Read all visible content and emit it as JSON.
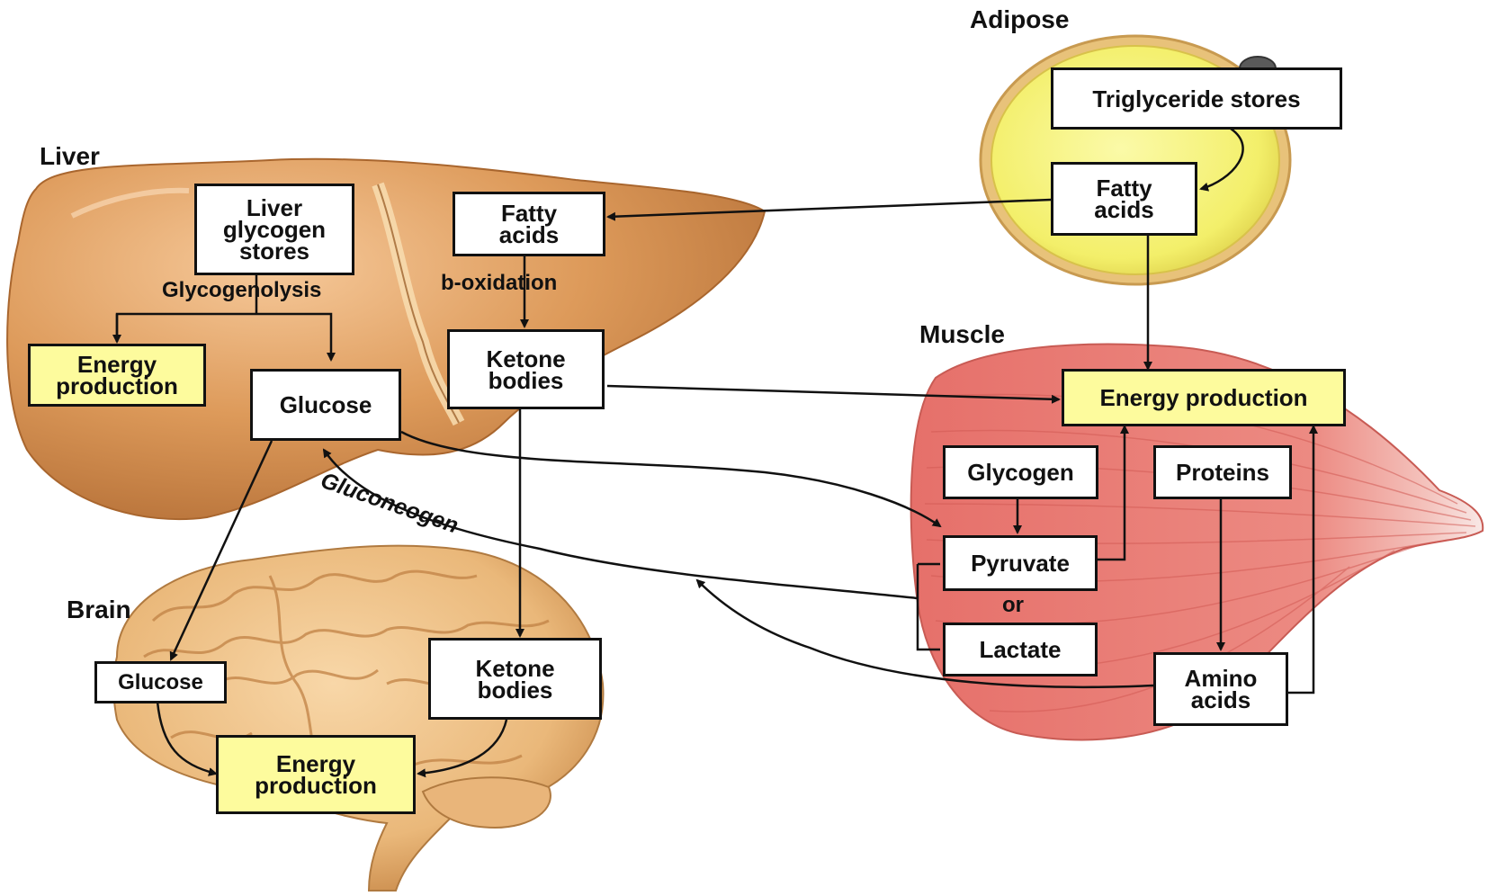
{
  "organs": {
    "liver": "Liver",
    "adipose": "Adipose",
    "muscle": "Muscle",
    "brain": "Brain"
  },
  "liver": {
    "glycogen_stores": "Liver glycogen stores",
    "glycogenolysis": "Glycogenolysis",
    "energy_production": "Energy production",
    "glucose": "Glucose",
    "fatty_acids": "Fatty acids",
    "b_oxidation": "b-oxidation",
    "ketone_bodies": "Ketone bodies"
  },
  "adipose": {
    "triglyceride_stores": "Triglyceride stores",
    "fatty_acids": "Fatty acids"
  },
  "muscle": {
    "energy_production": "Energy production",
    "glycogen": "Glycogen",
    "proteins": "Proteins",
    "pyruvate": "Pyruvate",
    "or": "or",
    "lactate": "Lactate",
    "amino_acids": "Amino acids"
  },
  "brain": {
    "glucose": "Glucose",
    "ketone_bodies": "Ketone bodies",
    "energy_production": "Energy production"
  },
  "gluconeogenesis": "Gluconeogen",
  "colors": {
    "liver": "#d9944f",
    "liver_light": "#f0c08a",
    "adipose_fill": "#f6f37a",
    "adipose_rim": "#e6b870",
    "muscle": "#e87f78",
    "muscle_light": "#f6bdb5",
    "brain": "#f0c58c",
    "brain_dark": "#c98a4a",
    "energy_box": "#fdfb9d"
  }
}
